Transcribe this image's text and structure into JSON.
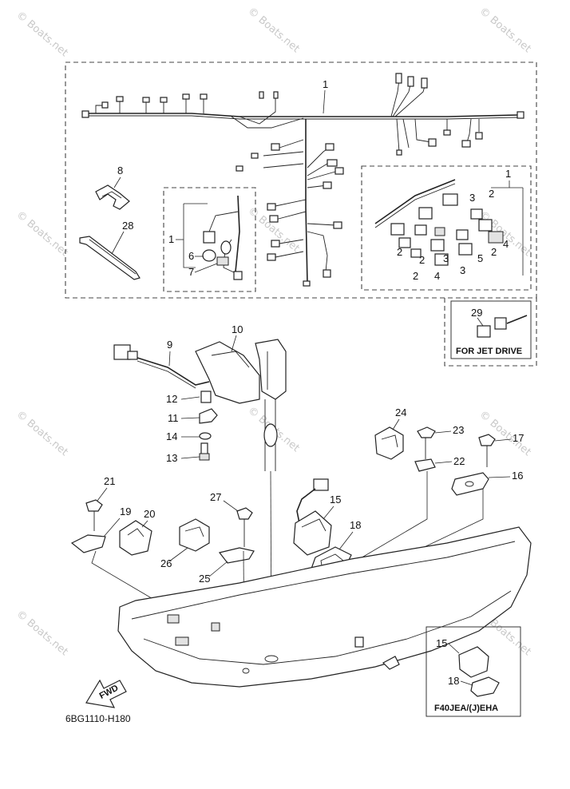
{
  "diagram": {
    "drawing_code": "6BG1110-H180",
    "watermark": "© Boats.net",
    "fwd_label": "FWD",
    "callouts": {
      "c1_main": "1",
      "c1_left": "1",
      "c1_right": "1",
      "c2a": "2",
      "c2b": "2",
      "c2c": "2",
      "c2d": "2",
      "c2e": "2",
      "c3a": "3",
      "c3b": "3",
      "c3c": "3",
      "c4a": "4",
      "c4b": "4",
      "c5": "5",
      "c6": "6",
      "c7": "7",
      "c8": "8",
      "c9": "9",
      "c10": "10",
      "c11": "11",
      "c12": "12",
      "c13": "13",
      "c14": "14",
      "c15": "15",
      "c15b": "15",
      "c16": "16",
      "c17": "17",
      "c18": "18",
      "c18b": "18",
      "c19": "19",
      "c20": "20",
      "c21": "21",
      "c22": "22",
      "c23": "23",
      "c24": "24",
      "c25": "25",
      "c26": "26",
      "c27": "27",
      "c28": "28",
      "c29": "29"
    },
    "jet_drive_label": "FOR JET DRIVE",
    "model_label": "F40JEA/(J)EHA"
  }
}
